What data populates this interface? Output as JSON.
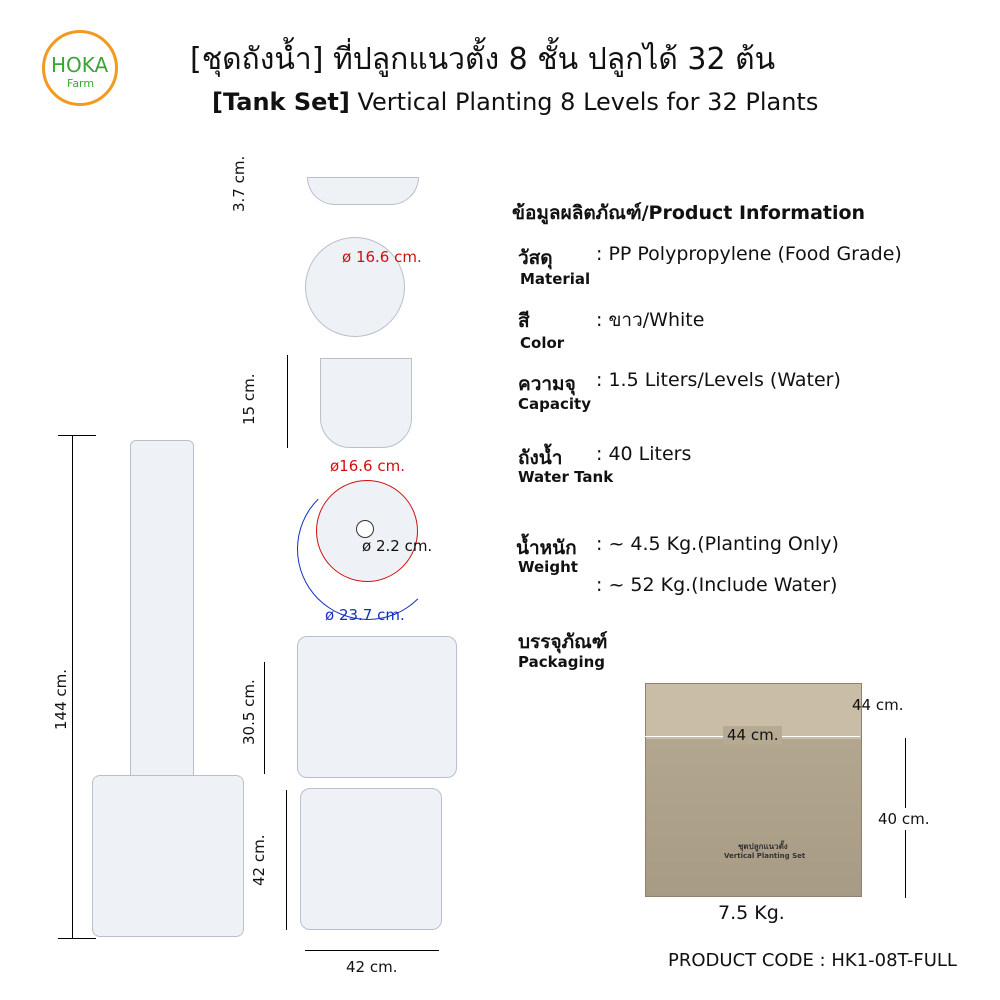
{
  "logo": {
    "text": "HOKA",
    "sub": "Farm",
    "color_orange": "#f39a1e",
    "color_green": "#3aa632"
  },
  "header": {
    "title_th": "[ชุดถังน้ำ] ที่ปลูกแนวตั้ง 8 ชั้น ปลูกได้ 32 ต้น",
    "title_en_bold": "[Tank Set]",
    "title_en": " Vertical Planting 8 Levels for 32 Plants"
  },
  "dimensions": {
    "tower_height": "144 cm.",
    "lid_height": "3.7 cm.",
    "lid_diameter": "ø 16.6 cm.",
    "level_height": "15 cm.",
    "level_diameter": "ø16.6 cm.",
    "hole_diameter": "ø 2.2 cm.",
    "outer_diameter": "ø 23.7 cm.",
    "tank_height": "30.5 cm.",
    "tank_depth": "42 cm.",
    "tank_width": "42 cm."
  },
  "info": {
    "heading": "ข้อมูลผลิตภัณฑ์/Product Information",
    "rows": [
      {
        "th": "วัสดุ",
        "en": "Material",
        "value": ": PP Polypropylene (Food Grade)"
      },
      {
        "th": "สี",
        "en": "Color",
        "value": ": ขาว/White"
      },
      {
        "th": "ความจุ",
        "en": "Capacity",
        "value": ": 1.5 Liters/Levels (Water)"
      },
      {
        "th": "ถังน้ำ",
        "en": "Water Tank",
        "value": ": 40 Liters"
      },
      {
        "th": "น้ำหนัก",
        "en": "Weight",
        "value": ": ~ 4.5 Kg.(Planting Only)",
        "value2": ": ~ 52 Kg.(Include Water)"
      },
      {
        "th": "บรรจุภัณฑ์",
        "en": "Packaging"
      }
    ]
  },
  "box": {
    "depth": "44 cm.",
    "width": "44 cm.",
    "height": "40 cm.",
    "weight": "7.5 Kg.",
    "print_th": "ชุดปลูกแนวตั้ง",
    "print_en": "Vertical Planting Set"
  },
  "product_code": "PRODUCT CODE : HK1-08T-FULL"
}
